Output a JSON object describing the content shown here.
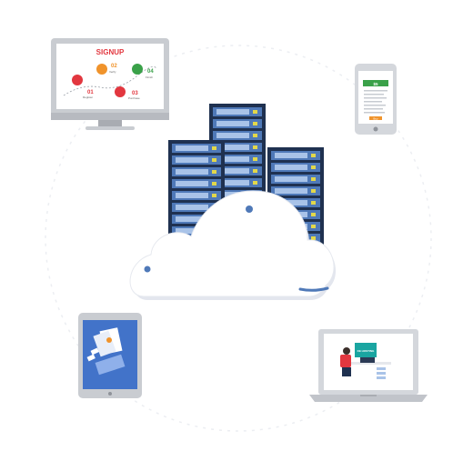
{
  "monitor": {
    "title": "SIGNUP",
    "steps": [
      {
        "num": "01",
        "label": "Register"
      },
      {
        "num": "02",
        "label": "Verify"
      },
      {
        "num": "03",
        "label": "Purchase"
      },
      {
        "num": "04",
        "label": "Finish"
      }
    ]
  },
  "phone": {
    "badge": "$5",
    "button": "Buy"
  },
  "laptop": {
    "banner": "DE HOSTING"
  },
  "colors": {
    "server_dark": "#1f3150",
    "server_blue": "#4f79b8",
    "server_light": "#a9c3e8",
    "led_yellow": "#e2d84a",
    "cloud": "#ffffff",
    "cloud_shadow": "#e3e6ee",
    "accent_red": "#e2373f",
    "accent_orange": "#f0932b",
    "accent_green": "#3aa149",
    "accent_teal": "#1aa5a1",
    "tablet_screen": "#4273c9",
    "device_gray": "#c9ccd1"
  },
  "icons": {
    "monitor": "desktop-monitor-icon",
    "phone": "mobile-phone-icon",
    "tablet": "tablet-icon",
    "laptop": "laptop-icon",
    "cloud": "cloud-icon",
    "servers": "server-rack-icon"
  }
}
